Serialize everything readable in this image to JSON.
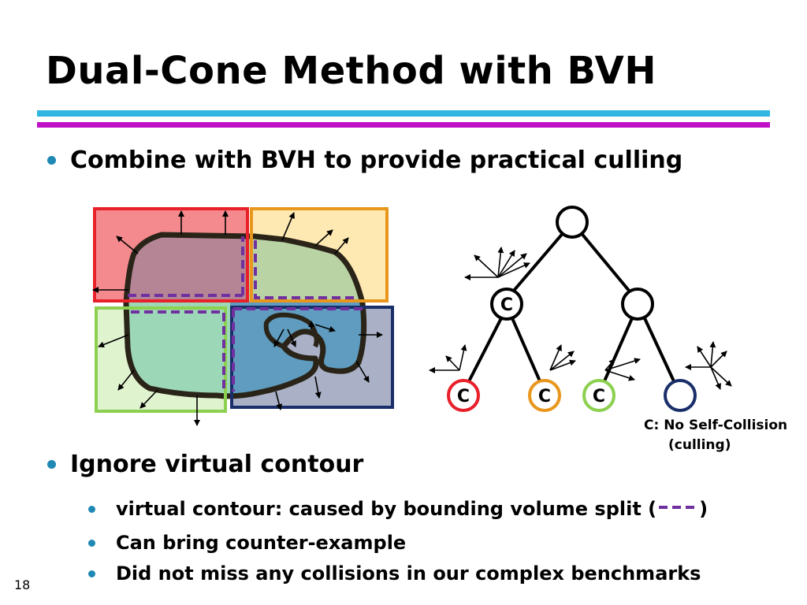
{
  "slide": {
    "title": "Dual-Cone Method with BVH",
    "page_number": "18"
  },
  "colors": {
    "rule_cyan": "#30b6e0",
    "rule_magenta": "#c010c8",
    "bullet": "#1f88b4",
    "box_red": "#e8202a",
    "box_orange": "#e8961c",
    "box_green": "#8cd050",
    "box_navy": "#1a2f6a",
    "virtual_contour": "#7030a0"
  },
  "bullets": {
    "b1": "Combine with BVH to provide practical culling",
    "b2": "Ignore virtual contour",
    "b2_sub1_text": "virtual contour: caused by bounding volume split (",
    "b2_sub1_close": ")",
    "b2_sub2": "Can bring counter-example",
    "b2_sub3": "Did not miss any collisions in our complex benchmarks"
  },
  "tree": {
    "node_label": "C",
    "legend_line1": "C: No Self-Collision",
    "legend_line2": "(culling)"
  }
}
